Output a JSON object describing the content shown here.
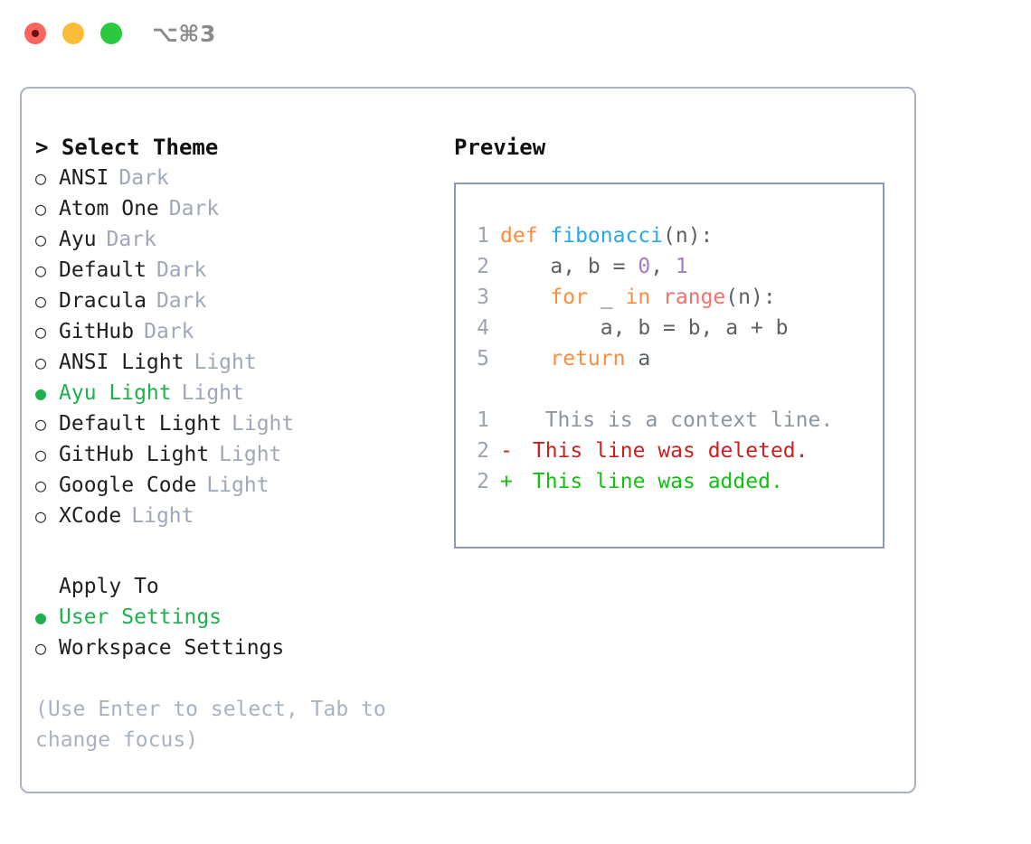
{
  "titlebar": {
    "shortcut": "⌥⌘3",
    "buttons": [
      {
        "name": "close",
        "color": "#f9655f"
      },
      {
        "name": "minimize",
        "color": "#fbbd38"
      },
      {
        "name": "zoom",
        "color": "#2bc940"
      }
    ]
  },
  "theme_panel": {
    "heading": "> Select Theme",
    "focused": true,
    "selected_bullet": "●",
    "unselected_bullet": "○",
    "items": [
      {
        "bullet": "○",
        "label": "ANSI",
        "variant": "Dark",
        "selected": false
      },
      {
        "bullet": "○",
        "label": "Atom One",
        "variant": "Dark",
        "selected": false
      },
      {
        "bullet": "○",
        "label": "Ayu",
        "variant": "Dark",
        "selected": false
      },
      {
        "bullet": "○",
        "label": "Default",
        "variant": "Dark",
        "selected": false
      },
      {
        "bullet": "○",
        "label": "Dracula",
        "variant": "Dark",
        "selected": false
      },
      {
        "bullet": "○",
        "label": "GitHub",
        "variant": "Dark",
        "selected": false
      },
      {
        "bullet": "○",
        "label": "ANSI Light",
        "variant": "Light",
        "selected": false
      },
      {
        "bullet": "●",
        "label": "Ayu Light",
        "variant": "Light",
        "selected": true
      },
      {
        "bullet": "○",
        "label": "Default Light",
        "variant": "Light",
        "selected": false
      },
      {
        "bullet": "○",
        "label": "GitHub Light",
        "variant": "Light",
        "selected": false
      },
      {
        "bullet": "○",
        "label": "Google Code",
        "variant": "Light",
        "selected": false
      },
      {
        "bullet": "○",
        "label": "XCode",
        "variant": "Light",
        "selected": false
      }
    ]
  },
  "apply_to": {
    "heading": "Apply To",
    "items": [
      {
        "bullet": "●",
        "label": "User Settings",
        "selected": true
      },
      {
        "bullet": "○",
        "label": "Workspace Settings",
        "selected": false
      }
    ]
  },
  "hint": "(Use Enter to select, Tab to change focus)",
  "preview": {
    "heading": "Preview",
    "code_lines": [
      {
        "lineno": "1",
        "tokens": [
          {
            "text": "def ",
            "kind": "kw"
          },
          {
            "text": "fibonacci",
            "kind": "fn"
          },
          {
            "text": "(n):",
            "kind": "plain"
          }
        ]
      },
      {
        "lineno": "2",
        "tokens": [
          {
            "text": "    a, b = ",
            "kind": "plain"
          },
          {
            "text": "0",
            "kind": "num"
          },
          {
            "text": ", ",
            "kind": "plain"
          },
          {
            "text": "1",
            "kind": "num"
          }
        ]
      },
      {
        "lineno": "3",
        "tokens": [
          {
            "text": "    ",
            "kind": "plain"
          },
          {
            "text": "for",
            "kind": "kw"
          },
          {
            "text": " _ ",
            "kind": "plain"
          },
          {
            "text": "in",
            "kind": "kw"
          },
          {
            "text": " ",
            "kind": "plain"
          },
          {
            "text": "range",
            "kind": "bi"
          },
          {
            "text": "(n):",
            "kind": "plain"
          }
        ]
      },
      {
        "lineno": "4",
        "tokens": [
          {
            "text": "        a, b = b, a + b",
            "kind": "plain"
          }
        ]
      },
      {
        "lineno": "5",
        "tokens": [
          {
            "text": "    ",
            "kind": "plain"
          },
          {
            "text": "return",
            "kind": "kw"
          },
          {
            "text": " a",
            "kind": "plain"
          }
        ]
      }
    ],
    "diff_lines": [
      {
        "lineno": "1",
        "marker": " ",
        "text": "  This is a context line.",
        "kind": "ctx"
      },
      {
        "lineno": "2",
        "marker": "-",
        "text": " This line was deleted.",
        "kind": "del"
      },
      {
        "lineno": "2",
        "marker": "+",
        "text": " This line was added.",
        "kind": "add"
      }
    ]
  },
  "colors": {
    "accent_green": "#1eb14e",
    "keyword_orange": "#fa8d3e",
    "function_blue": "#29a8e8",
    "number_purple": "#a37acc",
    "builtin_red": "#f07171",
    "muted_grey": "#9fa8b8",
    "diff_deleted": "#cc2020",
    "diff_added": "#11c211",
    "panel_border": "#aab3c0",
    "preview_border": "#8d9bae"
  }
}
